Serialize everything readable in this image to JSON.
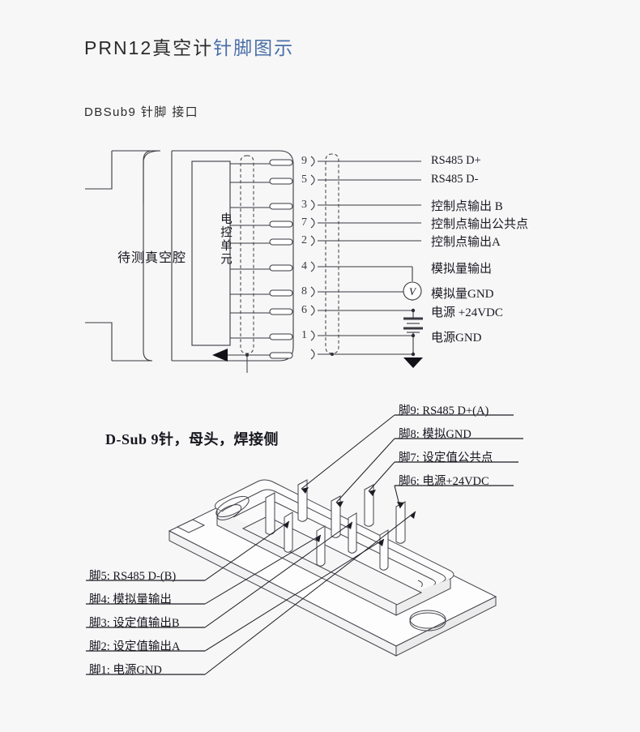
{
  "title": {
    "model": "PRN12真空计",
    "suffix": "针脚图示"
  },
  "section": {
    "heading": "DBSub9 针脚 接口"
  },
  "schematic": {
    "chamber_label": "待测真空腔",
    "control_unit_label": "电控单元",
    "meter_symbol": "V",
    "pins": [
      {
        "num": "9",
        "label": "RS485 D+"
      },
      {
        "num": "5",
        "label": "RS485 D-"
      },
      {
        "num": "3",
        "label": "控制点输出 B"
      },
      {
        "num": "7",
        "label": "控制点输出公共点"
      },
      {
        "num": "2",
        "label": "控制点输出A"
      },
      {
        "num": "4",
        "label": "模拟量输出"
      },
      {
        "num": "8",
        "label": "模拟量GND"
      },
      {
        "num": "6",
        "label": "电源 +24VDC"
      },
      {
        "num": "1",
        "label": "电源GND"
      }
    ]
  },
  "connector": {
    "caption": "D-Sub 9针，母头，焊接侧",
    "callouts_right": [
      {
        "text": "脚9: RS485 D+(A)"
      },
      {
        "text": "脚8: 模拟GND"
      },
      {
        "text": "脚7: 设定值公共点"
      },
      {
        "text": "脚6: 电源+24VDC"
      }
    ],
    "callouts_left": [
      {
        "text": "脚5: RS485 D-(B)"
      },
      {
        "text": "脚4: 模拟量输出"
      },
      {
        "text": "脚3: 设定值输出B"
      },
      {
        "text": "脚2: 设定值输出A"
      },
      {
        "text": "脚1: 电源GND"
      }
    ]
  },
  "colors": {
    "background": "#f7f7f7",
    "title_dark": "#2b2b2b",
    "title_accent": "#4a6fa8",
    "line": "#3a3a42",
    "text": "#16161e"
  }
}
